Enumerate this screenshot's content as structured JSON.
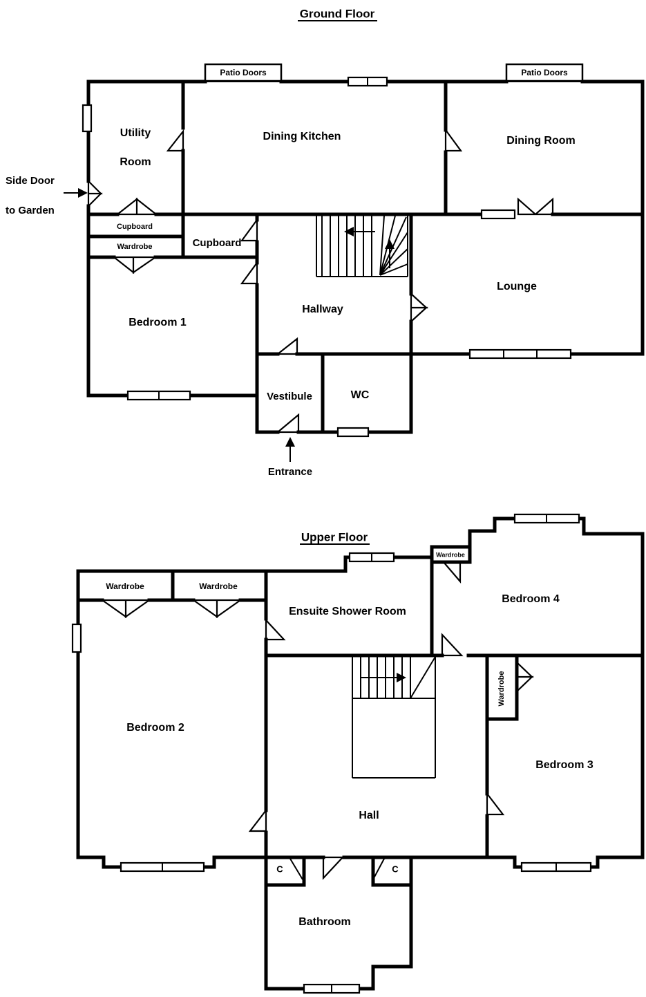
{
  "colors": {
    "line": "#000000",
    "background": "#ffffff"
  },
  "ground_floor": {
    "title": "Ground Floor",
    "annotations": {
      "patio_doors_left": "Patio Doors",
      "patio_doors_right": "Patio Doors",
      "side_door_line1": "Side Door",
      "side_door_line2": "to Garden",
      "entrance": "Entrance"
    },
    "rooms": {
      "utility_line1": "Utility",
      "utility_line2": "Room",
      "dining_kitchen": "Dining Kitchen",
      "dining_room": "Dining Room",
      "cupboard_small": "Cupboard",
      "wardrobe_small": "Wardrobe",
      "cupboard_hall": "Cupboard",
      "bedroom1": "Bedroom 1",
      "hallway": "Hallway",
      "lounge": "Lounge",
      "vestibule": "Vestibule",
      "wc": "WC"
    }
  },
  "upper_floor": {
    "title": "Upper Floor",
    "rooms": {
      "wardrobe_left": "Wardrobe",
      "wardrobe_right": "Wardrobe",
      "ensuite": "Ensuite Shower Room",
      "wardrobe_bedroom4": "Wardrobe",
      "bedroom4": "Bedroom 4",
      "bedroom2": "Bedroom 2",
      "wardrobe_bedroom3": "Wardrobe",
      "bedroom3": "Bedroom 3",
      "hall": "Hall",
      "cupboard_c_left": "C",
      "cupboard_c_right": "C",
      "bathroom": "Bathroom"
    }
  }
}
